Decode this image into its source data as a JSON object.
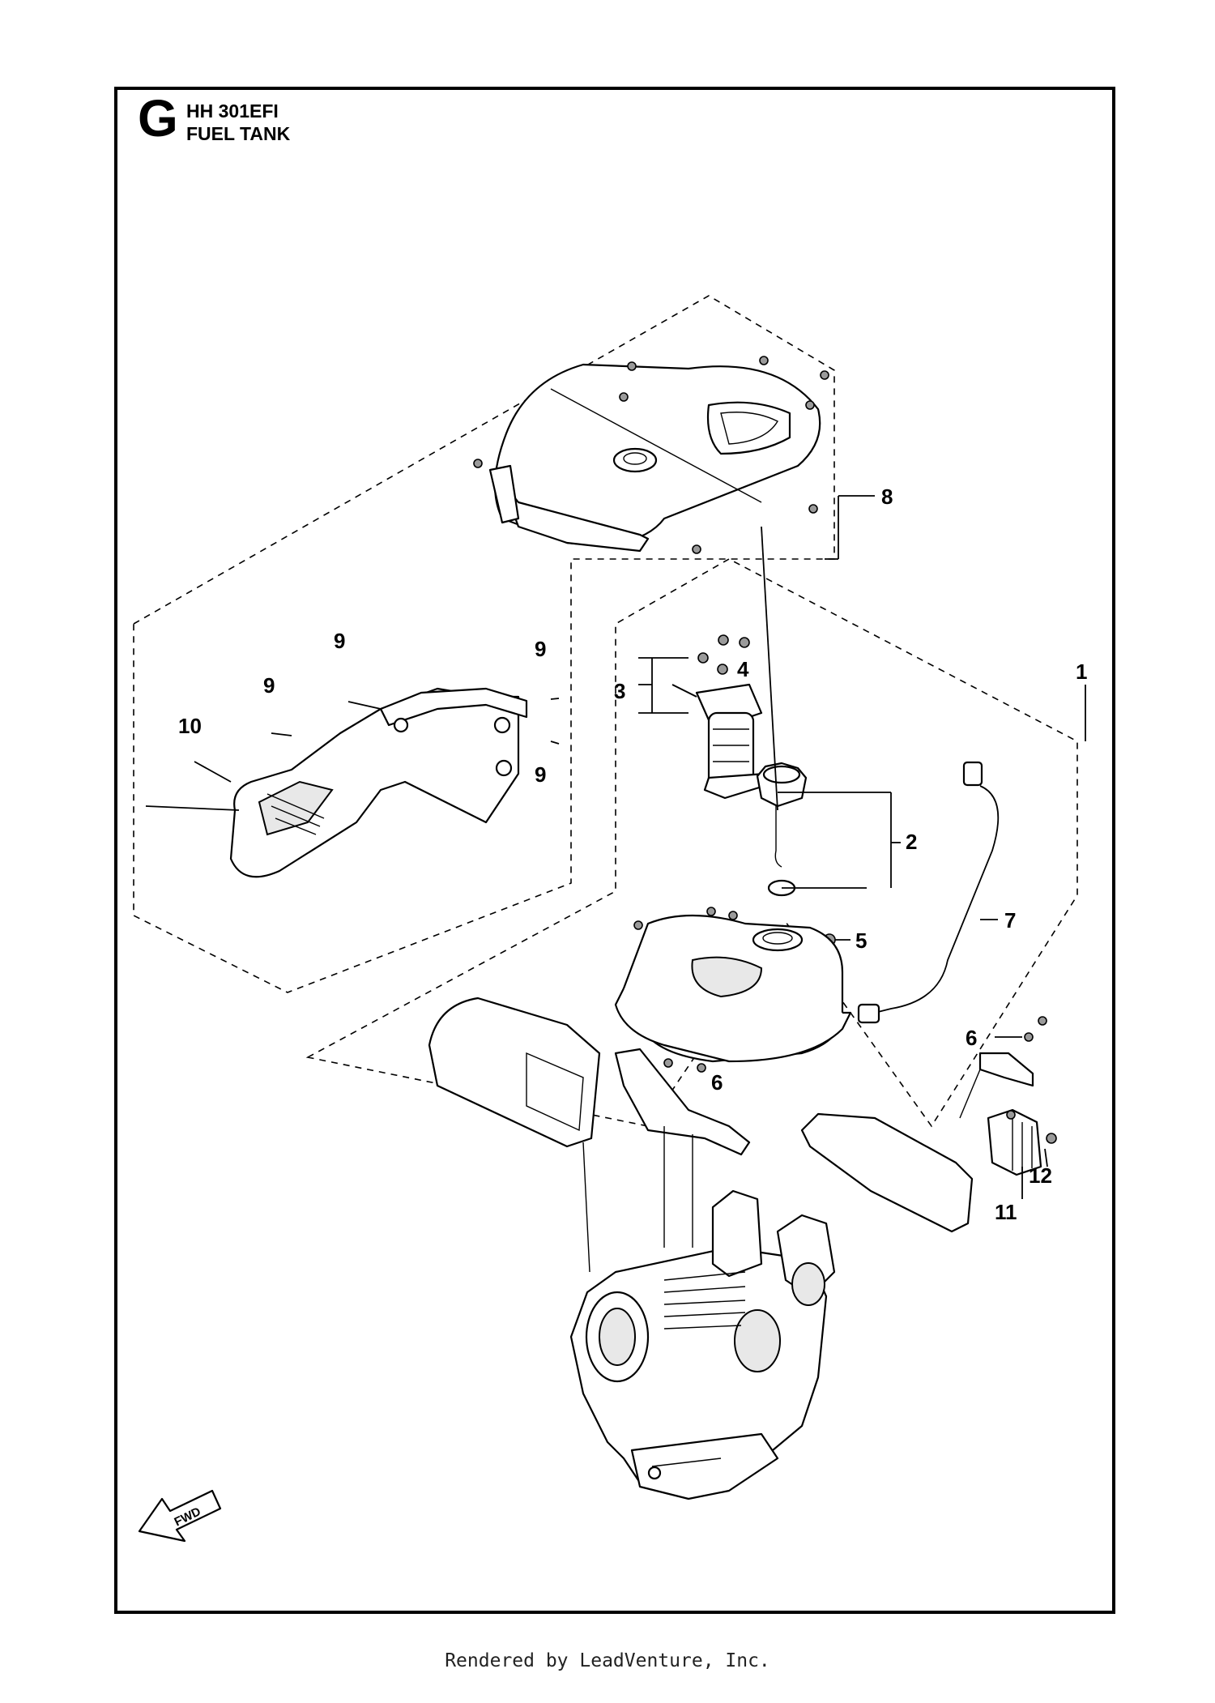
{
  "header": {
    "section_letter": "G",
    "model": "HH 301EFI",
    "title": "FUEL TANK"
  },
  "callouts": [
    {
      "id": "1",
      "label": "1"
    },
    {
      "id": "2",
      "label": "2"
    },
    {
      "id": "3",
      "label": "3"
    },
    {
      "id": "4",
      "label": "4"
    },
    {
      "id": "5",
      "label": "5"
    },
    {
      "id": "6a",
      "label": "6"
    },
    {
      "id": "6b",
      "label": "6"
    },
    {
      "id": "7",
      "label": "7"
    },
    {
      "id": "8",
      "label": "8"
    },
    {
      "id": "9a",
      "label": "9"
    },
    {
      "id": "9b",
      "label": "9"
    },
    {
      "id": "9c",
      "label": "9"
    },
    {
      "id": "9d",
      "label": "9"
    },
    {
      "id": "10",
      "label": "10"
    },
    {
      "id": "11",
      "label": "11"
    },
    {
      "id": "12",
      "label": "12"
    }
  ],
  "fwd_label": "FWD",
  "footer": "Rendered by LeadVenture, Inc."
}
